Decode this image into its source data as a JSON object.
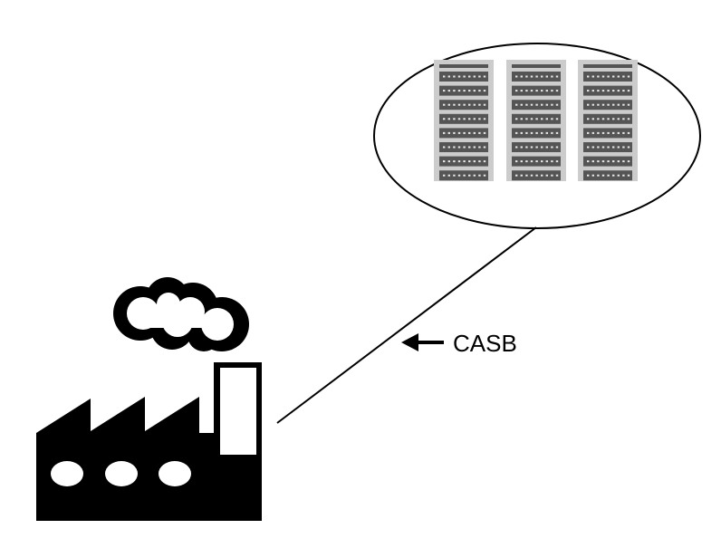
{
  "diagram": {
    "connection_label": "CASB",
    "server_rack_count": 3,
    "units_per_rack": 8
  },
  "colors": {
    "ink": "#000000",
    "background": "#ffffff",
    "rack_frame": "#cccccc",
    "rack_unit": "#555555",
    "rack_unit_light": "#e6e6e6"
  },
  "icons": {
    "factory": "factory-icon",
    "smoke": "smoke-cloud-icon",
    "server": "server-rack-icon",
    "arrow": "arrow-left-icon"
  }
}
